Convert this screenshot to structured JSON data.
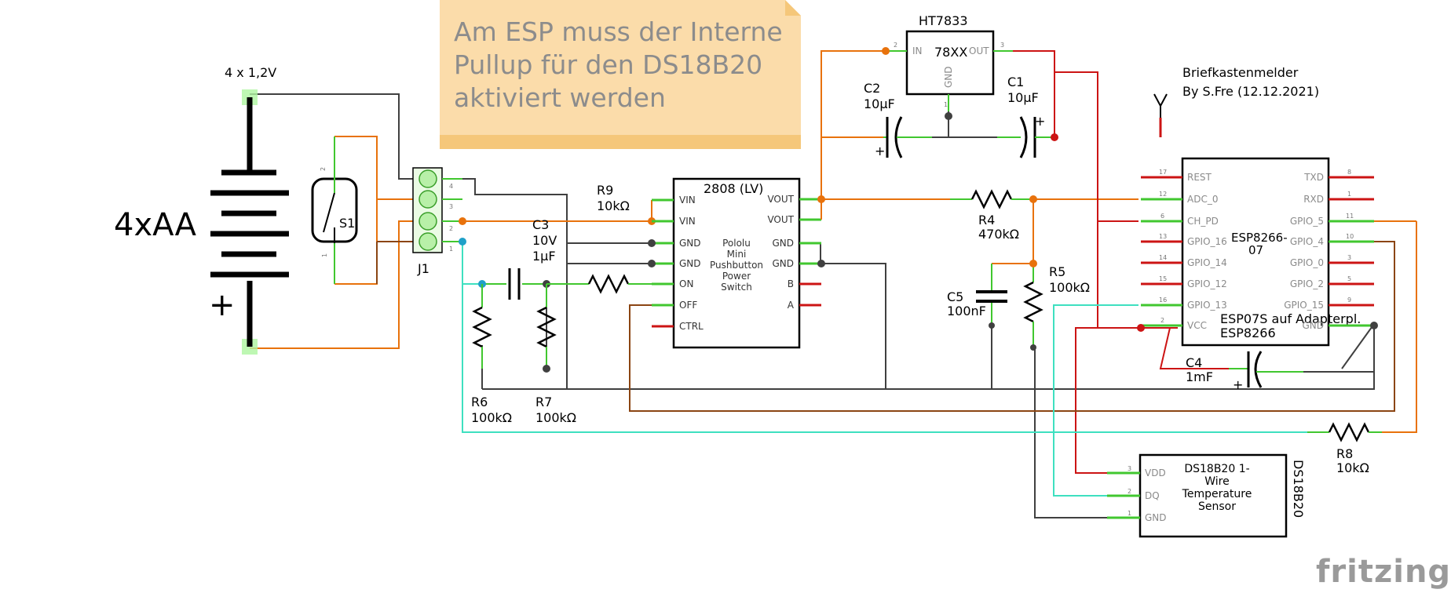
{
  "note": {
    "lines": [
      "Am ESP muss der Interne",
      "Pullup für den DS18B20",
      "aktiviert werden"
    ]
  },
  "title": {
    "line1": "Briefkastenmelder",
    "line2": "By S.Fre (12.12.2021)"
  },
  "battery": {
    "label": "4xAA",
    "top_label": "4 x 1,2V",
    "plus": "+"
  },
  "switch": {
    "label": "S1",
    "pin_top": "2",
    "pin_bottom": "1"
  },
  "connector": {
    "label": "J1",
    "pins": [
      "4",
      "3",
      "2",
      "1"
    ]
  },
  "regulator": {
    "name": "HT7833",
    "body": "78XX",
    "in": "IN",
    "out": "OUT",
    "gnd": "GND",
    "pin_in": "2",
    "pin_out": "3",
    "pin_gnd": "1"
  },
  "c2": {
    "name": "C2",
    "value": "10µF",
    "plus": "+"
  },
  "c1": {
    "name": "C1",
    "value": "10µF",
    "plus": "+"
  },
  "r9": {
    "name": "R9",
    "value": "10kΩ"
  },
  "c3": {
    "name": "C3",
    "value1": "10V",
    "value2": "1µF"
  },
  "r6": {
    "name": "R6",
    "value": "100kΩ"
  },
  "r7": {
    "name": "R7",
    "value": "100kΩ"
  },
  "pololu": {
    "title": "2808 (LV)",
    "desc": [
      "Pololu",
      "Mini",
      "Pushbutton",
      "Power",
      "Switch"
    ],
    "left_pins": [
      "VIN",
      "VIN",
      "GND",
      "GND",
      "ON",
      "OFF",
      "CTRL"
    ],
    "right_pins": [
      "VOUT",
      "VOUT",
      "GND",
      "GND",
      "B",
      "A"
    ]
  },
  "r4": {
    "name": "R4",
    "value": "470kΩ"
  },
  "r5": {
    "name": "R5",
    "value": "100kΩ"
  },
  "c5": {
    "name": "C5",
    "value": "100nF"
  },
  "c4": {
    "name": "C4",
    "value": "1mF",
    "plus": "+"
  },
  "r8": {
    "name": "R8",
    "value": "10kΩ"
  },
  "esp": {
    "name": "ESP8266-",
    "name2": "07",
    "label1": "ESP07S auf Adapterpl.",
    "label2": "ESP8266",
    "left_pins": [
      "REST",
      "ADC_0",
      "CH_PD",
      "GPIO_16",
      "GPIO_14",
      "GPIO_12",
      "GPIO_13",
      "VCC"
    ],
    "left_nums": [
      "17",
      "12",
      "6",
      "13",
      "14",
      "15",
      "16",
      "2"
    ],
    "right_pins": [
      "TXD",
      "RXD",
      "GPIO_5",
      "GPIO_4",
      "GPIO_0",
      "GPIO_2",
      "GPIO_15",
      "GND"
    ],
    "right_nums": [
      "8",
      "1",
      "11",
      "10",
      "3",
      "5",
      "9",
      ""
    ]
  },
  "ds18b20": {
    "desc": [
      "DS18B20 1-",
      "Wire",
      "Temperature",
      "Sensor"
    ],
    "side_label": "DS18B20",
    "pins": [
      "VDD",
      "DQ",
      "GND"
    ],
    "pin_nums": [
      "3",
      "2",
      "1"
    ]
  },
  "brand": "fritzing",
  "colors": {
    "orange": "#e8720c",
    "red": "#cc1414",
    "dark": "#404040",
    "brown": "#8b4513",
    "cyan": "#3ee0c0",
    "green": "#41c72f",
    "note_bg": "#fbdcaa"
  }
}
